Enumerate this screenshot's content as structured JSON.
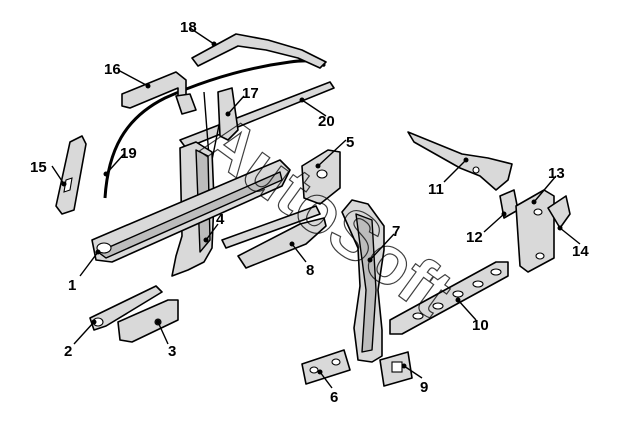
{
  "watermark": "AutoSoft",
  "callouts": [
    {
      "id": "label-1",
      "text": "1"
    },
    {
      "id": "label-2",
      "text": "2"
    },
    {
      "id": "label-3",
      "text": "3"
    },
    {
      "id": "label-4",
      "text": "4"
    },
    {
      "id": "label-5",
      "text": "5"
    },
    {
      "id": "label-6",
      "text": "6"
    },
    {
      "id": "label-7",
      "text": "7"
    },
    {
      "id": "label-8",
      "text": "8"
    },
    {
      "id": "label-9",
      "text": "9"
    },
    {
      "id": "label-10",
      "text": "10"
    },
    {
      "id": "label-11",
      "text": "11"
    },
    {
      "id": "label-12",
      "text": "12"
    },
    {
      "id": "label-13",
      "text": "13"
    },
    {
      "id": "label-14",
      "text": "14"
    },
    {
      "id": "label-15",
      "text": "15"
    },
    {
      "id": "label-16",
      "text": "16"
    },
    {
      "id": "label-17",
      "text": "17"
    },
    {
      "id": "label-18",
      "text": "18"
    },
    {
      "id": "label-19",
      "text": "19"
    },
    {
      "id": "label-20",
      "text": "20"
    }
  ]
}
